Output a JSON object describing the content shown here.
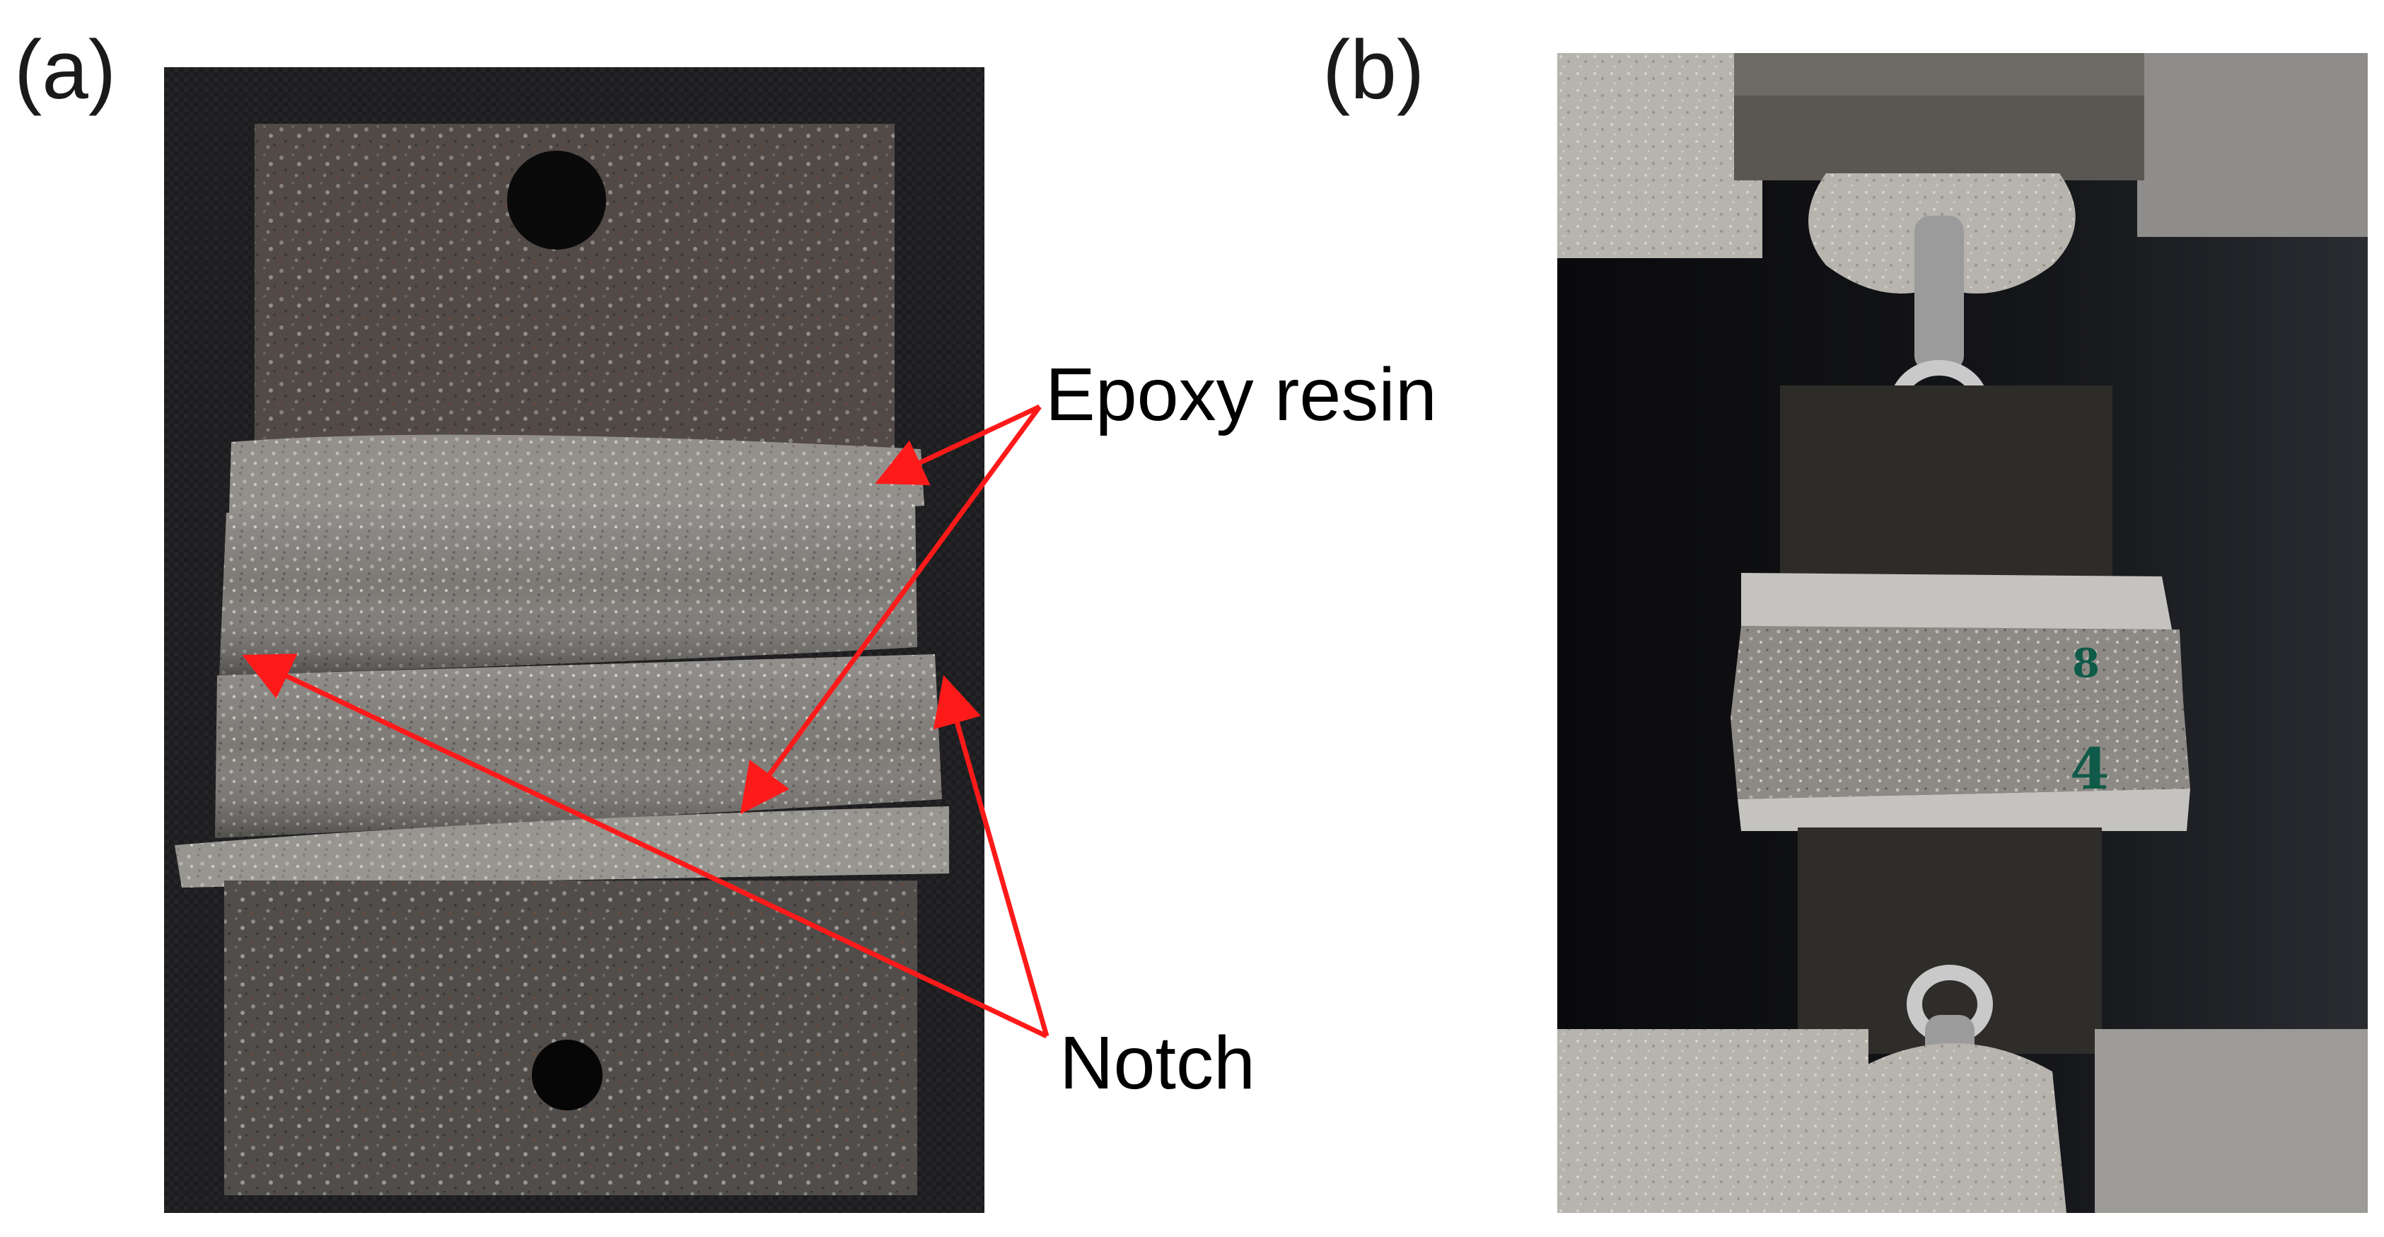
{
  "figure": {
    "panel_a_label": "(a)",
    "panel_b_label": "(b)",
    "callouts": {
      "epoxy": "Epoxy resin",
      "notch": "Notch"
    },
    "specimen_markings": [
      "8",
      "4"
    ],
    "colors": {
      "arrow": "#ff1a1a",
      "mat_background": "#1b1b1c",
      "steel_plate": "#4a4746",
      "epoxy_sand": "#8a8783",
      "grip_metal": "#b9b6b0"
    }
  }
}
